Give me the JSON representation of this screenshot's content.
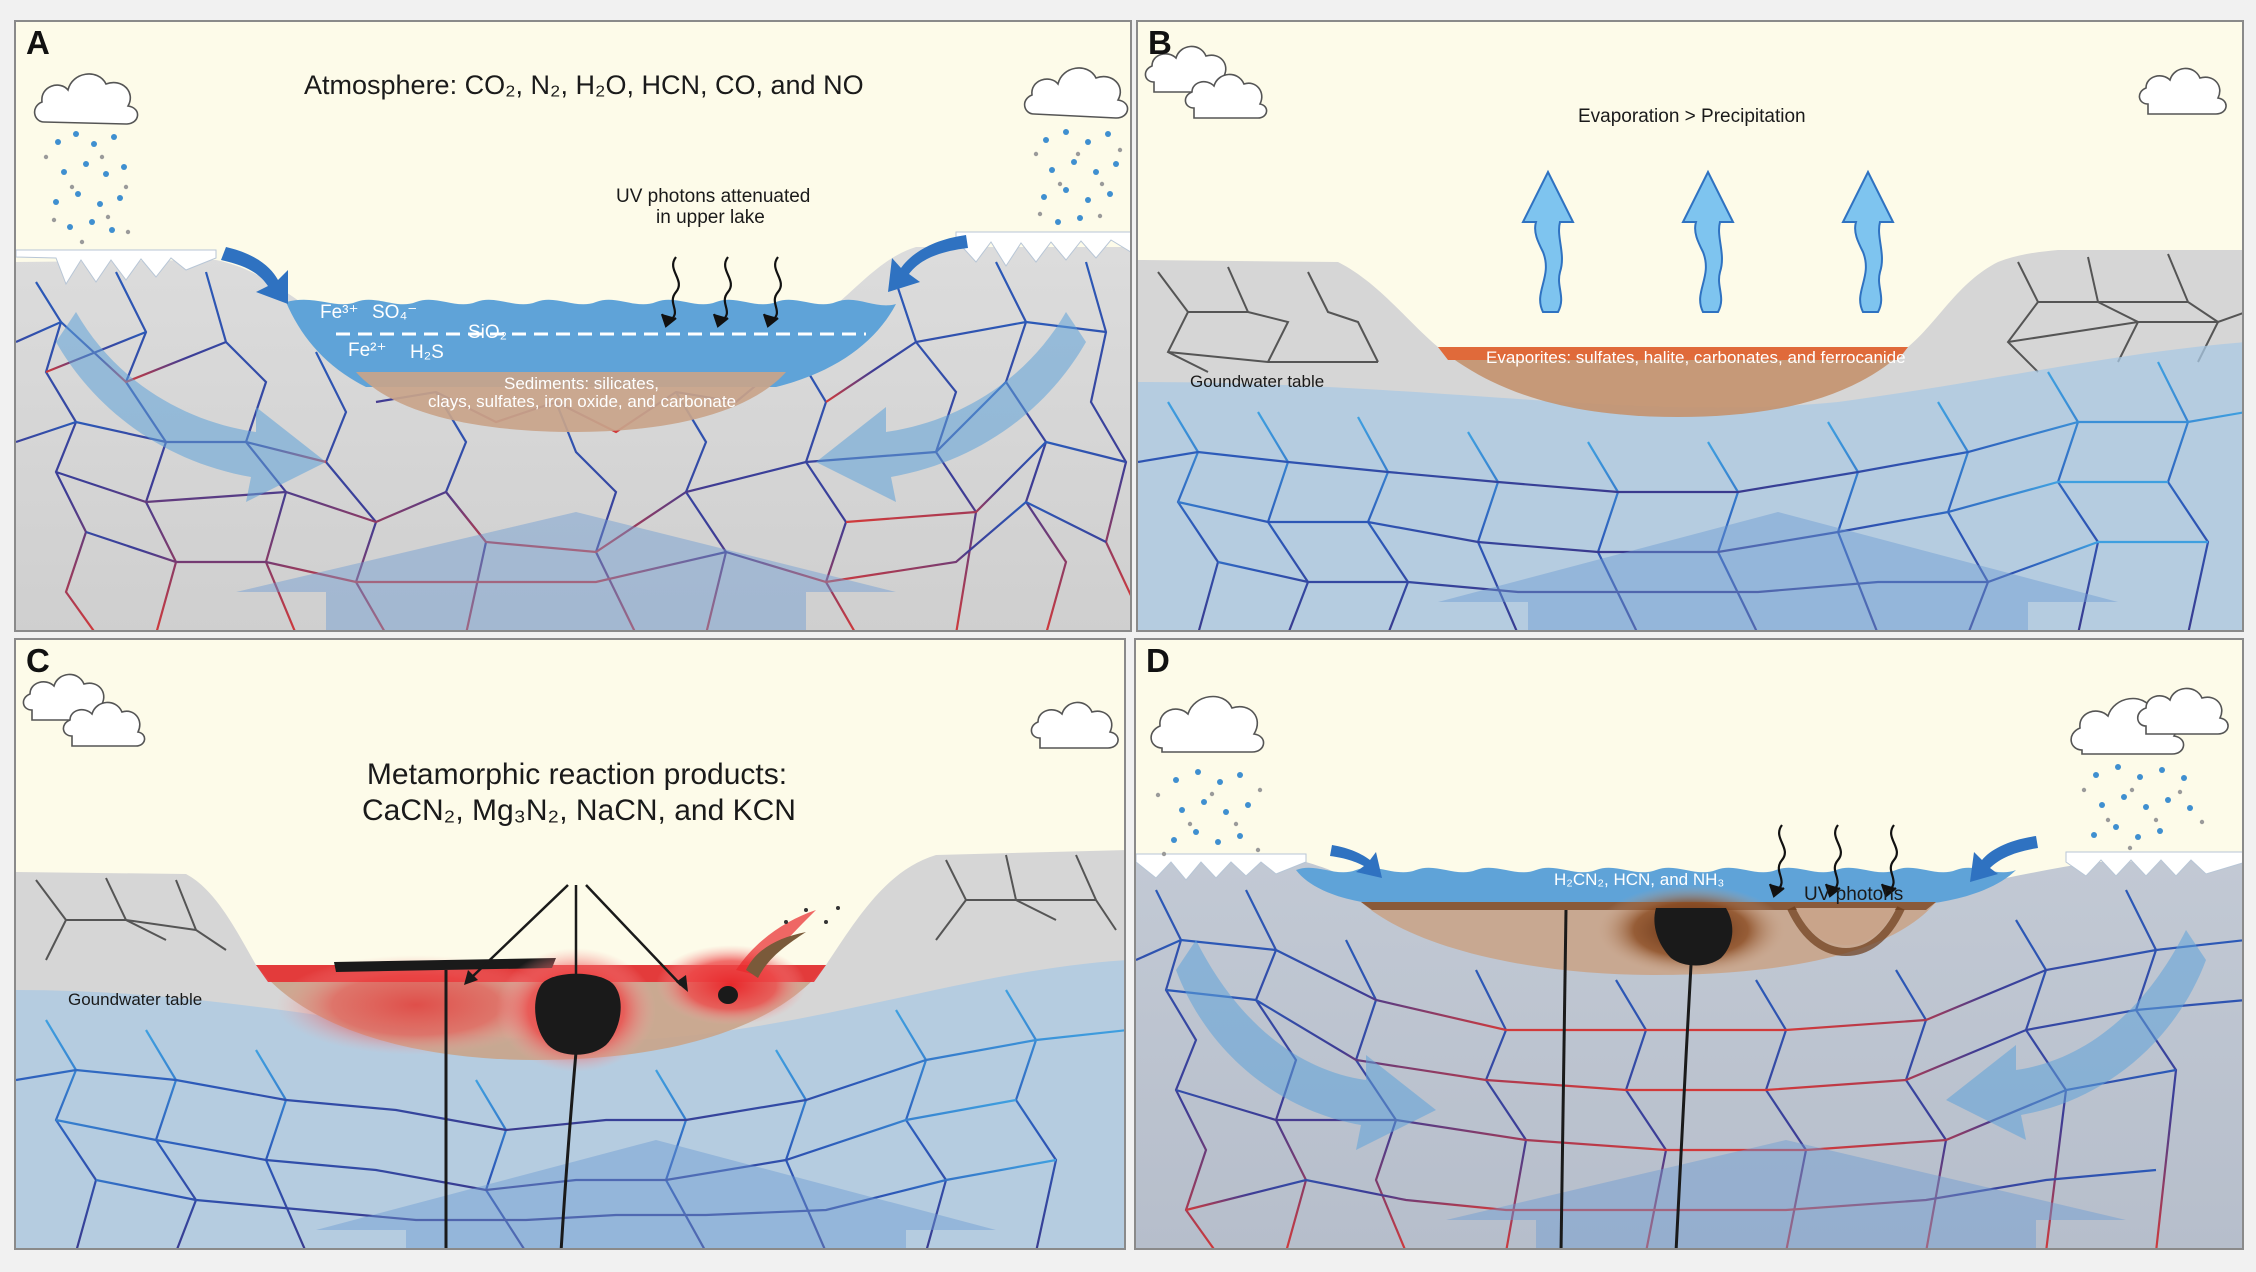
{
  "panels": {
    "a": {
      "label": "A",
      "atmosphere_title": "Atmosphere: CO₂, N₂, H₂O, HCN, CO, and NO",
      "uv_note_line1": "UV photons attenuated",
      "uv_note_line2": "in upper lake",
      "species": [
        "Fe³⁺",
        "SO₄⁻",
        "SiO₂",
        "Fe²⁺",
        "H₂S"
      ],
      "sediments_line1": "Sediments: silicates,",
      "sediments_line2": "clays, sulfates, iron oxide, and carbonate"
    },
    "b": {
      "label": "B",
      "evaporation_note": "Evaporation > Precipitation",
      "evaporites": "Evaporites: sulfates, halite, carbonates, and ferrocanide",
      "groundwater": "Goundwater table"
    },
    "c": {
      "label": "C",
      "title_line1": "Metamorphic reaction products:",
      "title_line2": "CaCN₂, Mg₃N₂, NaCN, and KCN",
      "groundwater": "Goundwater table"
    },
    "d": {
      "label": "D",
      "uv_note": "UV photons",
      "lake_products": "H₂CN₂, HCN, and NH₃"
    }
  },
  "colors": {
    "sky": "#fdfbe9",
    "water": "#5fa3d8",
    "rock": "#d9d9d9",
    "sediment": "#c9a48a",
    "magma": "#e8282b",
    "arrow": "#2f72c1"
  }
}
